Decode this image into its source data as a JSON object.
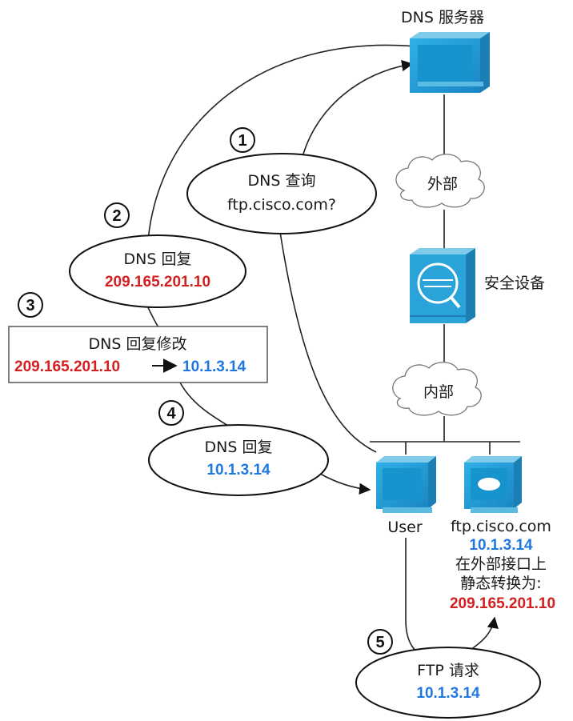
{
  "dns_server": {
    "label": "DNS 服务器"
  },
  "clouds": {
    "outside": "外部",
    "inside": "内部"
  },
  "security_appliance": {
    "label": "安全设备"
  },
  "steps": [
    {
      "number": "1",
      "line1": "DNS 查询",
      "line2": "ftp.cisco.com?"
    },
    {
      "number": "2",
      "line1": "DNS 回复",
      "line2": "209.165.201.10"
    },
    {
      "number": "3",
      "line1": "DNS 回复修改",
      "from": "209.165.201.10",
      "to": "10.1.3.14"
    },
    {
      "number": "4",
      "line1": "DNS 回复",
      "line2": "10.1.3.14"
    },
    {
      "number": "5",
      "line1": "FTP 请求",
      "line2": "10.1.3.14"
    }
  ],
  "user": {
    "label": "User"
  },
  "ftp_server": {
    "hostname": "ftp.cisco.com",
    "ip": "10.1.3.14",
    "note_line1": "在外部接口上",
    "note_line2": "静态转换为:",
    "public_ip": "209.165.201.10"
  },
  "colors": {
    "red": "#d21f1f",
    "blue": "#1f78e0",
    "device": "#2aa3d9"
  }
}
